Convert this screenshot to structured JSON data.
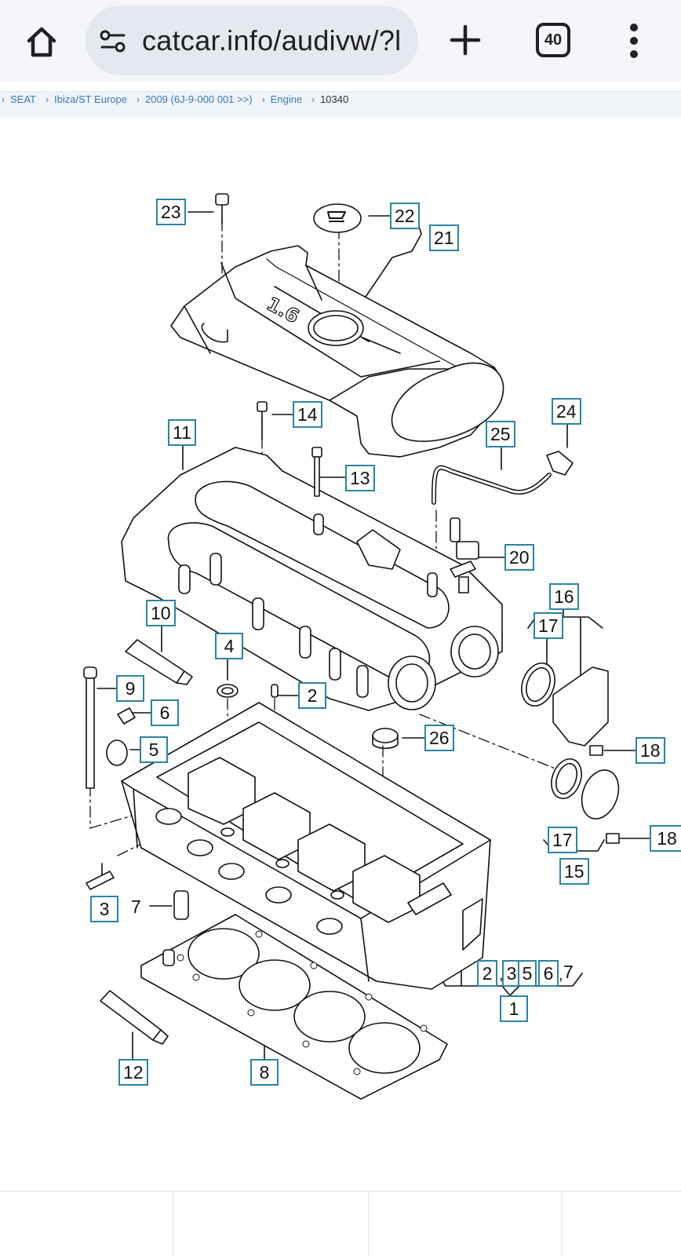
{
  "browser": {
    "url": "catcar.info/audivw/?l",
    "tab_count": "40"
  },
  "breadcrumb": [
    {
      "label": "SEAT"
    },
    {
      "label": "Ibiza/ST Europe"
    },
    {
      "label": "2009 (6J-9-000 001 >>)"
    },
    {
      "label": "Engine"
    },
    {
      "label": "10340"
    }
  ],
  "diagram": {
    "cover_text": "1.6",
    "callouts": [
      "23",
      "22",
      "21",
      "14",
      "11",
      "13",
      "25",
      "24",
      "20",
      "10",
      "16",
      "17",
      "4",
      "9",
      "2",
      "6",
      "26",
      "5",
      "18",
      "18",
      "17",
      "15",
      "3",
      "2",
      "3",
      "5",
      "6",
      "1",
      "12",
      "8"
    ],
    "plain_labels": [
      "7",
      "7"
    ],
    "commas": ",",
    "truncated_18": "18"
  }
}
